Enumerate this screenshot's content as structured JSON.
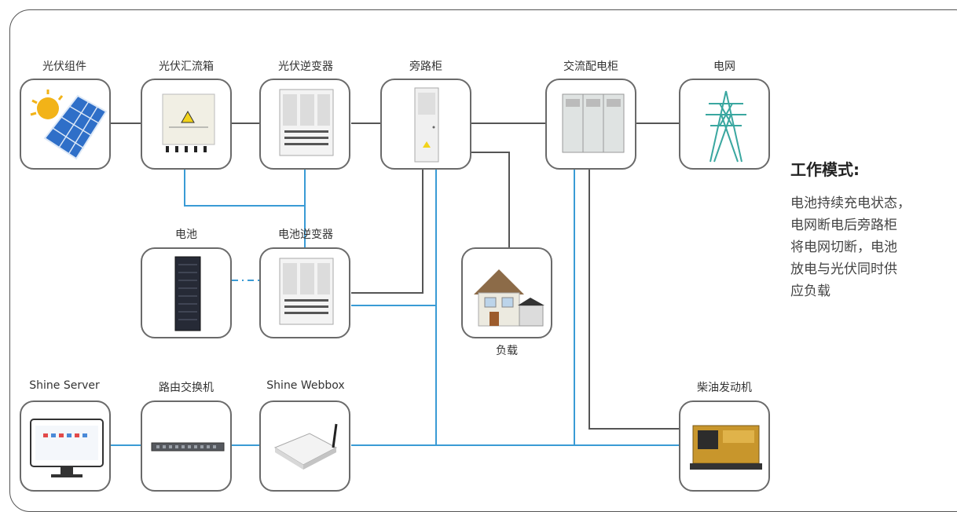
{
  "nodes": {
    "pv_module": "光伏组件",
    "combiner_box": "光伏汇流箱",
    "pv_inverter": "光伏逆变器",
    "bypass_cabinet": "旁路柜",
    "ac_distribution": "交流配电柜",
    "grid": "电网",
    "battery": "电池",
    "battery_inverter": "电池逆变器",
    "load": "负载",
    "shine_server": "Shine Server",
    "router_switch": "路由交换机",
    "shine_webbox": "Shine Webbox",
    "diesel_generator": "柴油发动机"
  },
  "mode": {
    "title": "工作模式:",
    "lines": [
      "电池持续充电状态，",
      "电网断电后旁路柜",
      "将电网切断，电池",
      "放电与光伏同时供",
      "应负载"
    ]
  },
  "colors": {
    "power_line": "#555555",
    "comm_line": "#3a9bd5",
    "grid_tower": "#3aa7a0",
    "solar_blue": "#2f6fc8",
    "sun": "#f2b318"
  }
}
